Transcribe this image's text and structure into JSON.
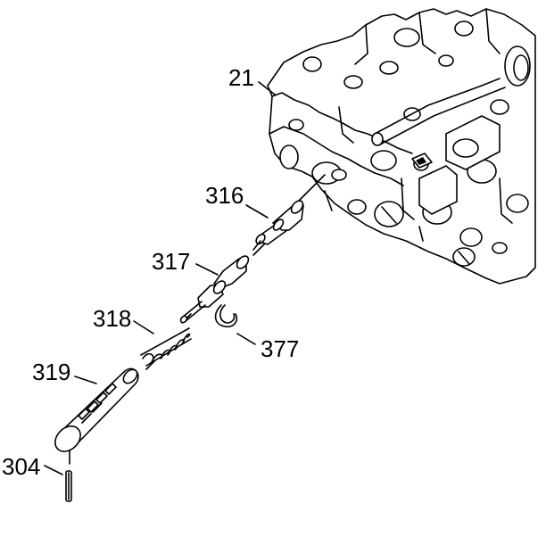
{
  "callouts": {
    "valve_body": "21",
    "valve_316": "316",
    "valve_317": "317",
    "spring_318": "318",
    "bore_plug_319": "319",
    "retainer_377": "377",
    "pin_304": "304"
  },
  "colors": {
    "line": "#000000",
    "background": "#ffffff"
  }
}
